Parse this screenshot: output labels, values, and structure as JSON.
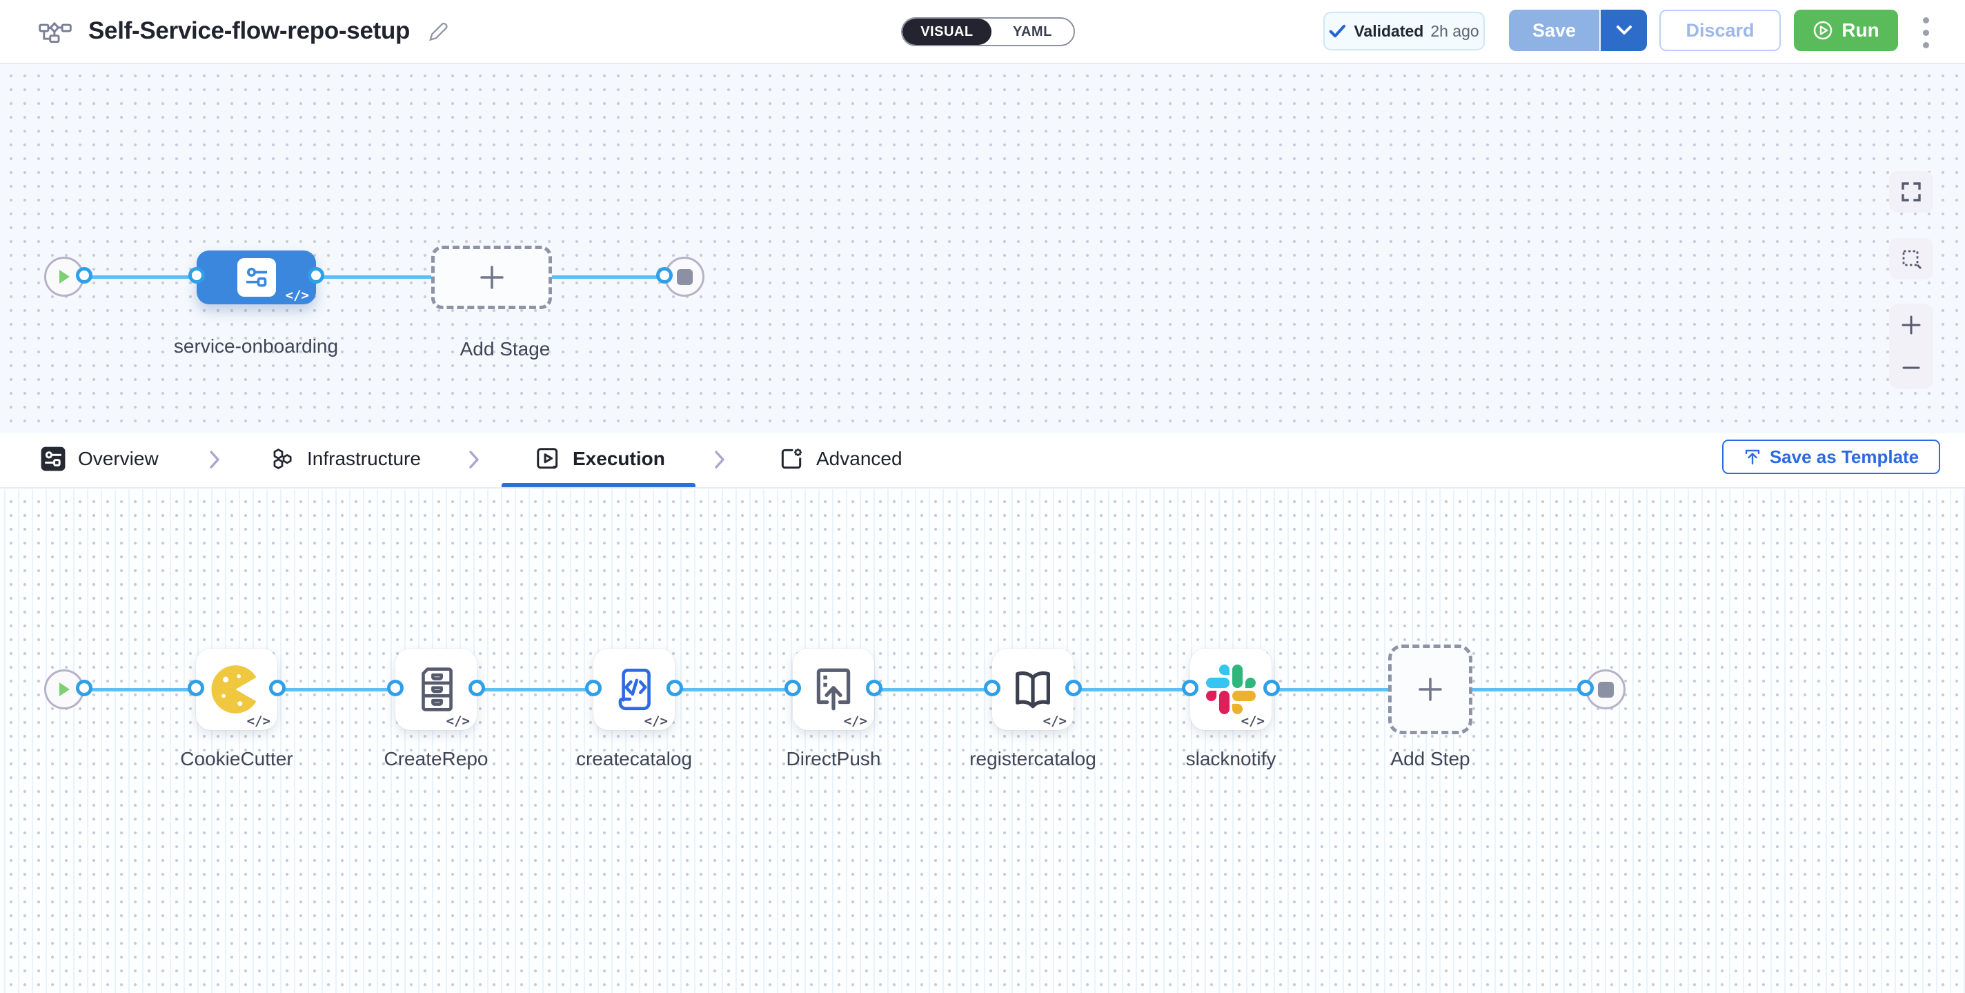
{
  "header": {
    "title": "Self-Service-flow-repo-setup",
    "view_toggle": {
      "visual": "VISUAL",
      "yaml": "YAML",
      "selected": "VISUAL"
    },
    "validated_badge": {
      "label": "Validated",
      "time": "2h ago"
    },
    "save_label": "Save",
    "discard_label": "Discard",
    "run_label": "Run"
  },
  "stage_canvas": {
    "stage": {
      "label": "service-onboarding",
      "icon": "pipeline-stage-icon",
      "code_badge": "</>"
    },
    "add_stage_label": "Add Stage"
  },
  "tabs": {
    "items": [
      {
        "label": "Overview",
        "icon": "overview-icon",
        "active": false
      },
      {
        "label": "Infrastructure",
        "icon": "infrastructure-icon",
        "active": false
      },
      {
        "label": "Execution",
        "icon": "execution-icon",
        "active": true
      },
      {
        "label": "Advanced",
        "icon": "advanced-icon",
        "active": false
      }
    ],
    "save_as_template_label": "Save as Template"
  },
  "execution": {
    "steps": [
      {
        "label": "CookieCutter",
        "icon": "cookiecutter-icon",
        "code_badge": "</>"
      },
      {
        "label": "CreateRepo",
        "icon": "createrepo-icon",
        "code_badge": "</>"
      },
      {
        "label": "createcatalog",
        "icon": "createcatalog-icon",
        "code_badge": "</>"
      },
      {
        "label": "DirectPush",
        "icon": "directpush-icon",
        "code_badge": "</>"
      },
      {
        "label": "registercatalog",
        "icon": "registercatalog-icon",
        "code_badge": "</>"
      },
      {
        "label": "slacknotify",
        "icon": "slacknotify-icon",
        "code_badge": "</>"
      }
    ],
    "add_step_label": "Add Step"
  },
  "colors": {
    "accent_blue": "#2d6cc9",
    "link_blue": "#5bc0f5",
    "stage_blue": "#3b87dd",
    "run_green": "#5abb5a",
    "validated_check": "#2463d4",
    "canvas_tint": "#f5f9fd"
  }
}
